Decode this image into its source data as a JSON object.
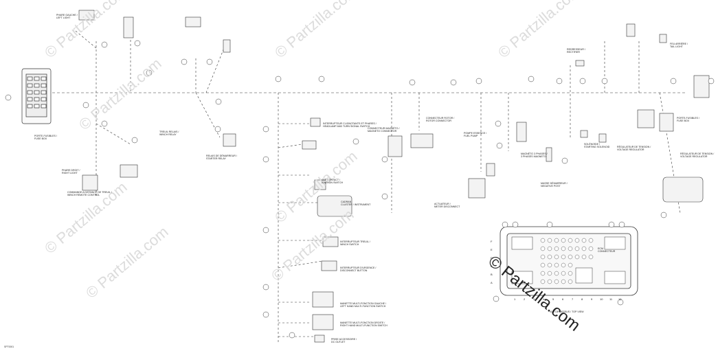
{
  "watermark": "© Partzilla.com",
  "watermark_large": "© Partzilla.com",
  "ref_code": "SPT0001",
  "labels": {
    "fuse_box": "PORTE-FUSIBLES /\nFUSE BOX",
    "left_light": "PHARE GAUCHE /\nLEFT LIGHT",
    "winch_remote": "COMMANDE A DISTANCE DE TREUIL /\nWINCH REMOTE CONTROL",
    "right_light": "PHARE DROIT /\nRIGHT LIGHT",
    "winch_relay": "TREUIL RELAIS /\nWINCH RELAY",
    "starter_relay": "RELAIS DE DÉMARREUR /\nSTARTER RELAY",
    "headlamp_switch": "INTERRUPTEUR CLIGNOTANTS ET PHARES /\nHEADLAMP AND TURN SIGNAL SWITCH",
    "ignition": "CLÉ CONTACT /\nIGNITION SWITCH",
    "cluster": "CADRAN\nCLUSTER / INSTRUMENT",
    "winch_switch": "INTERRUPTEUR TREUIL /\nWINCH SWITCH",
    "disconnect": "INTERRUPTEUR D'URGENCE /\nDISCONNECT BUTTON",
    "lh_multi": "MANETTE MULTI-FONCTION GAUCHE /\nLEFT HAND MULTI-FUNCTION SWITCH",
    "rh_multi": "MANETTE MULTI-FONCTION DROITE /\nRIGHT HAND MULTI-FUNCTION SWITCH",
    "accessory": "PRISE ACCESSOIRE /\nDC OUTLET",
    "magneto": "CONNECTEUR MAGNÉTO /\nMAGNETO CONNECTOR",
    "rotor": "CONNECTEUR ROTOR /\nROTOR CONNECTOR",
    "fuel_pump": "POMPE ESSENCE /\nFUEL PUMP",
    "actuator": "ACTUATEUR /\nMETER DISCONNECT",
    "magneto_3p": "MAGNÉTO 3 PHASES /\n3 PHASES MAGNETO",
    "starting_solenoid": "SOLÉNOÏDE /\nSTARTING SOLENOID",
    "starter_ground": "MASSE DÉMARREUR /\nNEGATIVE POST",
    "voltage_reg": "RÉGULATEUR DE TENSION /\nVOLTAGE REGULATOR",
    "tail_light": "FEU ARRIÈRE /\nTAIL LIGHT",
    "rear_fuse": "PORTE-FUSIBLES /\nFUSE BOX",
    "rectifier": "REDRESSEUR /\nRECTIFIER",
    "regulator_rr": "RÉGULATEUR DE TENSION /\nVOLTAGE REGULATOR",
    "ecm": "ECM\nCONNECTEUR",
    "top_view": "VUE DE DESSUS / TOP VIEW"
  },
  "grid": {
    "rows": [
      "F",
      "E",
      "D",
      "C",
      "B",
      "A"
    ],
    "cols": [
      "1",
      "2",
      "3",
      "4",
      "5",
      "6",
      "7",
      "8",
      "9",
      "10",
      "11",
      "12"
    ]
  }
}
